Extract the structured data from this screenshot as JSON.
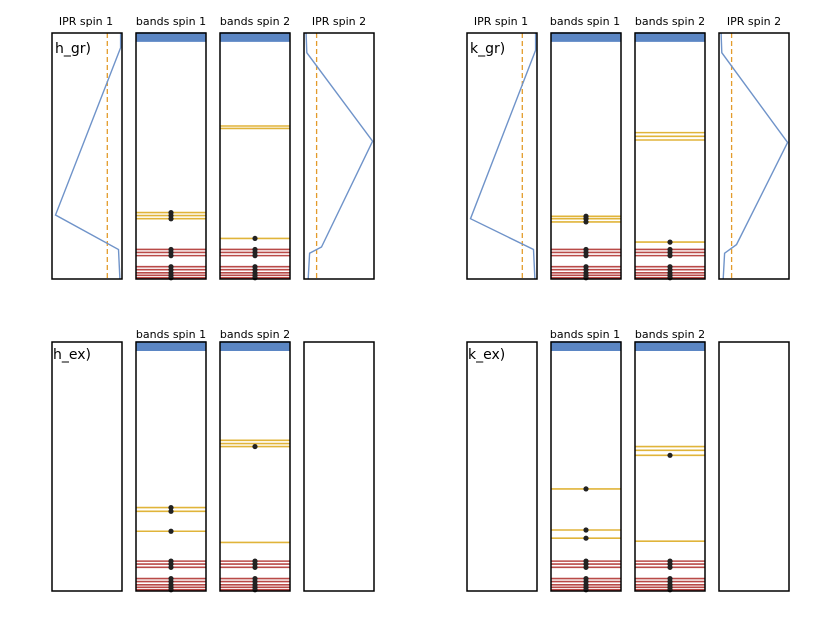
{
  "colors": {
    "unoccupied": "#5b86c4",
    "defect": "#e0b43a",
    "occupied": "#b94a48",
    "ipr_line": "#6f93c9",
    "ipr_threshold": "#e39b2b",
    "electron": "#222222"
  },
  "chart_data": [
    {
      "type": "band diagram",
      "label": "h_gr)",
      "panel_titles": {
        "ipr1": "IPR spin 1",
        "bands1": "bands spin 1",
        "bands2": "bands spin 2",
        "ipr2": "IPR spin 2"
      },
      "bands": {
        "spin1": {
          "unoccupied": [
            0.0,
            0.02,
            0.04,
            0.06,
            0.08,
            0.1,
            0.12,
            0.14,
            0.16,
            0.18,
            0.2,
            0.22,
            0.24,
            0.27,
            0.3,
            0.33
          ],
          "defect": [
            7.3,
            7.42,
            7.55
          ],
          "occupied": [
            8.8,
            8.92,
            9.05,
            9.5,
            9.62,
            9.75,
            9.85,
            9.95
          ]
        },
        "spin2": {
          "unoccupied": [
            0.0,
            0.02,
            0.04,
            0.06,
            0.08,
            0.1,
            0.12,
            0.14,
            0.16,
            0.18,
            0.2,
            0.22,
            0.24,
            0.27,
            0.3,
            0.33
          ],
          "defect": [
            3.78,
            3.88,
            8.35
          ],
          "occupied": [
            8.8,
            8.92,
            9.05,
            9.5,
            9.62,
            9.75,
            9.85,
            9.95
          ]
        }
      },
      "electrons": {
        "spin1": [
          7.3,
          7.42,
          7.55,
          8.8,
          8.92,
          9.05,
          9.5,
          9.62,
          9.75,
          9.85,
          9.95
        ],
        "spin2": [
          8.35,
          8.8,
          8.92,
          9.05,
          9.5,
          9.62,
          9.75,
          9.85,
          9.95
        ]
      },
      "ipr": {
        "spin1": {
          "threshold": 0.79,
          "energies": [
            0.0,
            0.6,
            7.4,
            8.8,
            10.0
          ],
          "values": [
            0.98,
            0.98,
            0.05,
            0.95,
            0.97
          ]
        },
        "spin2": {
          "threshold": 0.18,
          "energies": [
            0.0,
            0.8,
            4.4,
            8.7,
            8.95,
            10.0
          ],
          "values": [
            0.03,
            0.04,
            0.98,
            0.25,
            0.08,
            0.06
          ]
        }
      }
    },
    {
      "type": "band diagram",
      "label": "k_gr)",
      "panel_titles": {
        "ipr1": "IPR spin 1",
        "bands1": "bands spin 1",
        "bands2": "bands spin 2",
        "ipr2": "IPR spin 2"
      },
      "bands": {
        "spin1": {
          "unoccupied": [
            0.0,
            0.02,
            0.04,
            0.06,
            0.08,
            0.1,
            0.12,
            0.14,
            0.16,
            0.18,
            0.2,
            0.22,
            0.24,
            0.27,
            0.3,
            0.33
          ],
          "defect": [
            7.45,
            7.55,
            7.68
          ],
          "occupied": [
            8.8,
            8.92,
            9.05,
            9.5,
            9.62,
            9.75,
            9.85,
            9.95
          ]
        },
        "spin2": {
          "unoccupied": [
            0.0,
            0.02,
            0.04,
            0.06,
            0.08,
            0.1,
            0.12,
            0.14,
            0.16,
            0.18,
            0.2,
            0.22,
            0.24,
            0.27,
            0.3,
            0.33
          ],
          "defect": [
            4.05,
            4.2,
            4.35,
            8.5
          ],
          "occupied": [
            8.8,
            8.92,
            9.05,
            9.5,
            9.62,
            9.75,
            9.85,
            9.95
          ]
        }
      },
      "electrons": {
        "spin1": [
          7.45,
          7.55,
          7.68,
          8.8,
          8.92,
          9.05,
          9.5,
          9.62,
          9.75,
          9.85,
          9.95
        ],
        "spin2": [
          8.5,
          8.8,
          8.92,
          9.05,
          9.5,
          9.62,
          9.75,
          9.85,
          9.95
        ]
      },
      "ipr": {
        "spin1": {
          "threshold": 0.79,
          "energies": [
            0.0,
            0.7,
            7.55,
            8.8,
            10.0
          ],
          "values": [
            0.98,
            0.98,
            0.05,
            0.95,
            0.97
          ]
        },
        "spin2": {
          "threshold": 0.18,
          "energies": [
            0.0,
            0.8,
            4.45,
            8.6,
            8.95,
            10.0
          ],
          "values": [
            0.03,
            0.04,
            0.98,
            0.25,
            0.08,
            0.06
          ]
        }
      }
    },
    {
      "type": "band diagram",
      "label": "h_ex)",
      "panel_titles": {
        "bands1": "bands spin 1",
        "bands2": "bands spin 2"
      },
      "bands": {
        "spin1": {
          "unoccupied": [
            0.0,
            0.02,
            0.04,
            0.06,
            0.08,
            0.1,
            0.12,
            0.14,
            0.16,
            0.18,
            0.2,
            0.22,
            0.24,
            0.27,
            0.3,
            0.33
          ],
          "defect": [
            6.65,
            6.8,
            7.6
          ],
          "occupied": [
            8.8,
            8.92,
            9.05,
            9.5,
            9.62,
            9.75,
            9.85,
            9.95
          ]
        },
        "spin2": {
          "unoccupied": [
            0.0,
            0.02,
            0.04,
            0.06,
            0.08,
            0.1,
            0.12,
            0.14,
            0.16,
            0.18,
            0.2,
            0.22,
            0.24,
            0.27,
            0.3,
            0.33
          ],
          "defect": [
            3.95,
            4.08,
            4.2,
            8.05
          ],
          "occupied": [
            8.8,
            8.92,
            9.05,
            9.5,
            9.62,
            9.75,
            9.85,
            9.95
          ]
        }
      },
      "electrons": {
        "spin1": [
          6.65,
          6.8,
          7.6,
          8.8,
          8.92,
          9.05,
          9.5,
          9.62,
          9.75,
          9.85,
          9.95
        ],
        "spin2": [
          4.2,
          8.8,
          8.92,
          9.05,
          9.5,
          9.62,
          9.75,
          9.85,
          9.95
        ]
      },
      "ipr": null
    },
    {
      "type": "band diagram",
      "label": "k_ex)",
      "panel_titles": {
        "bands1": "bands spin 1",
        "bands2": "bands spin 2"
      },
      "bands": {
        "spin1": {
          "unoccupied": [
            0.0,
            0.02,
            0.04,
            0.06,
            0.08,
            0.1,
            0.12,
            0.14,
            0.16,
            0.18,
            0.2,
            0.22,
            0.24,
            0.27,
            0.3,
            0.33
          ],
          "defect": [
            5.9,
            7.55,
            7.88
          ],
          "occupied": [
            8.8,
            8.92,
            9.05,
            9.5,
            9.62,
            9.75,
            9.85,
            9.95
          ]
        },
        "spin2": {
          "unoccupied": [
            0.0,
            0.02,
            0.04,
            0.06,
            0.08,
            0.1,
            0.12,
            0.14,
            0.16,
            0.18,
            0.2,
            0.22,
            0.24,
            0.27,
            0.3,
            0.33
          ],
          "defect": [
            4.2,
            4.35,
            4.55,
            8.0
          ],
          "occupied": [
            8.8,
            8.92,
            9.05,
            9.5,
            9.62,
            9.75,
            9.85,
            9.95
          ]
        }
      },
      "electrons": {
        "spin1": [
          5.9,
          7.55,
          7.88,
          8.8,
          8.92,
          9.05,
          9.5,
          9.62,
          9.75,
          9.85,
          9.95
        ],
        "spin2": [
          4.55,
          8.8,
          8.92,
          9.05,
          9.5,
          9.62,
          9.75,
          9.85,
          9.95
        ]
      },
      "ipr": null
    }
  ]
}
